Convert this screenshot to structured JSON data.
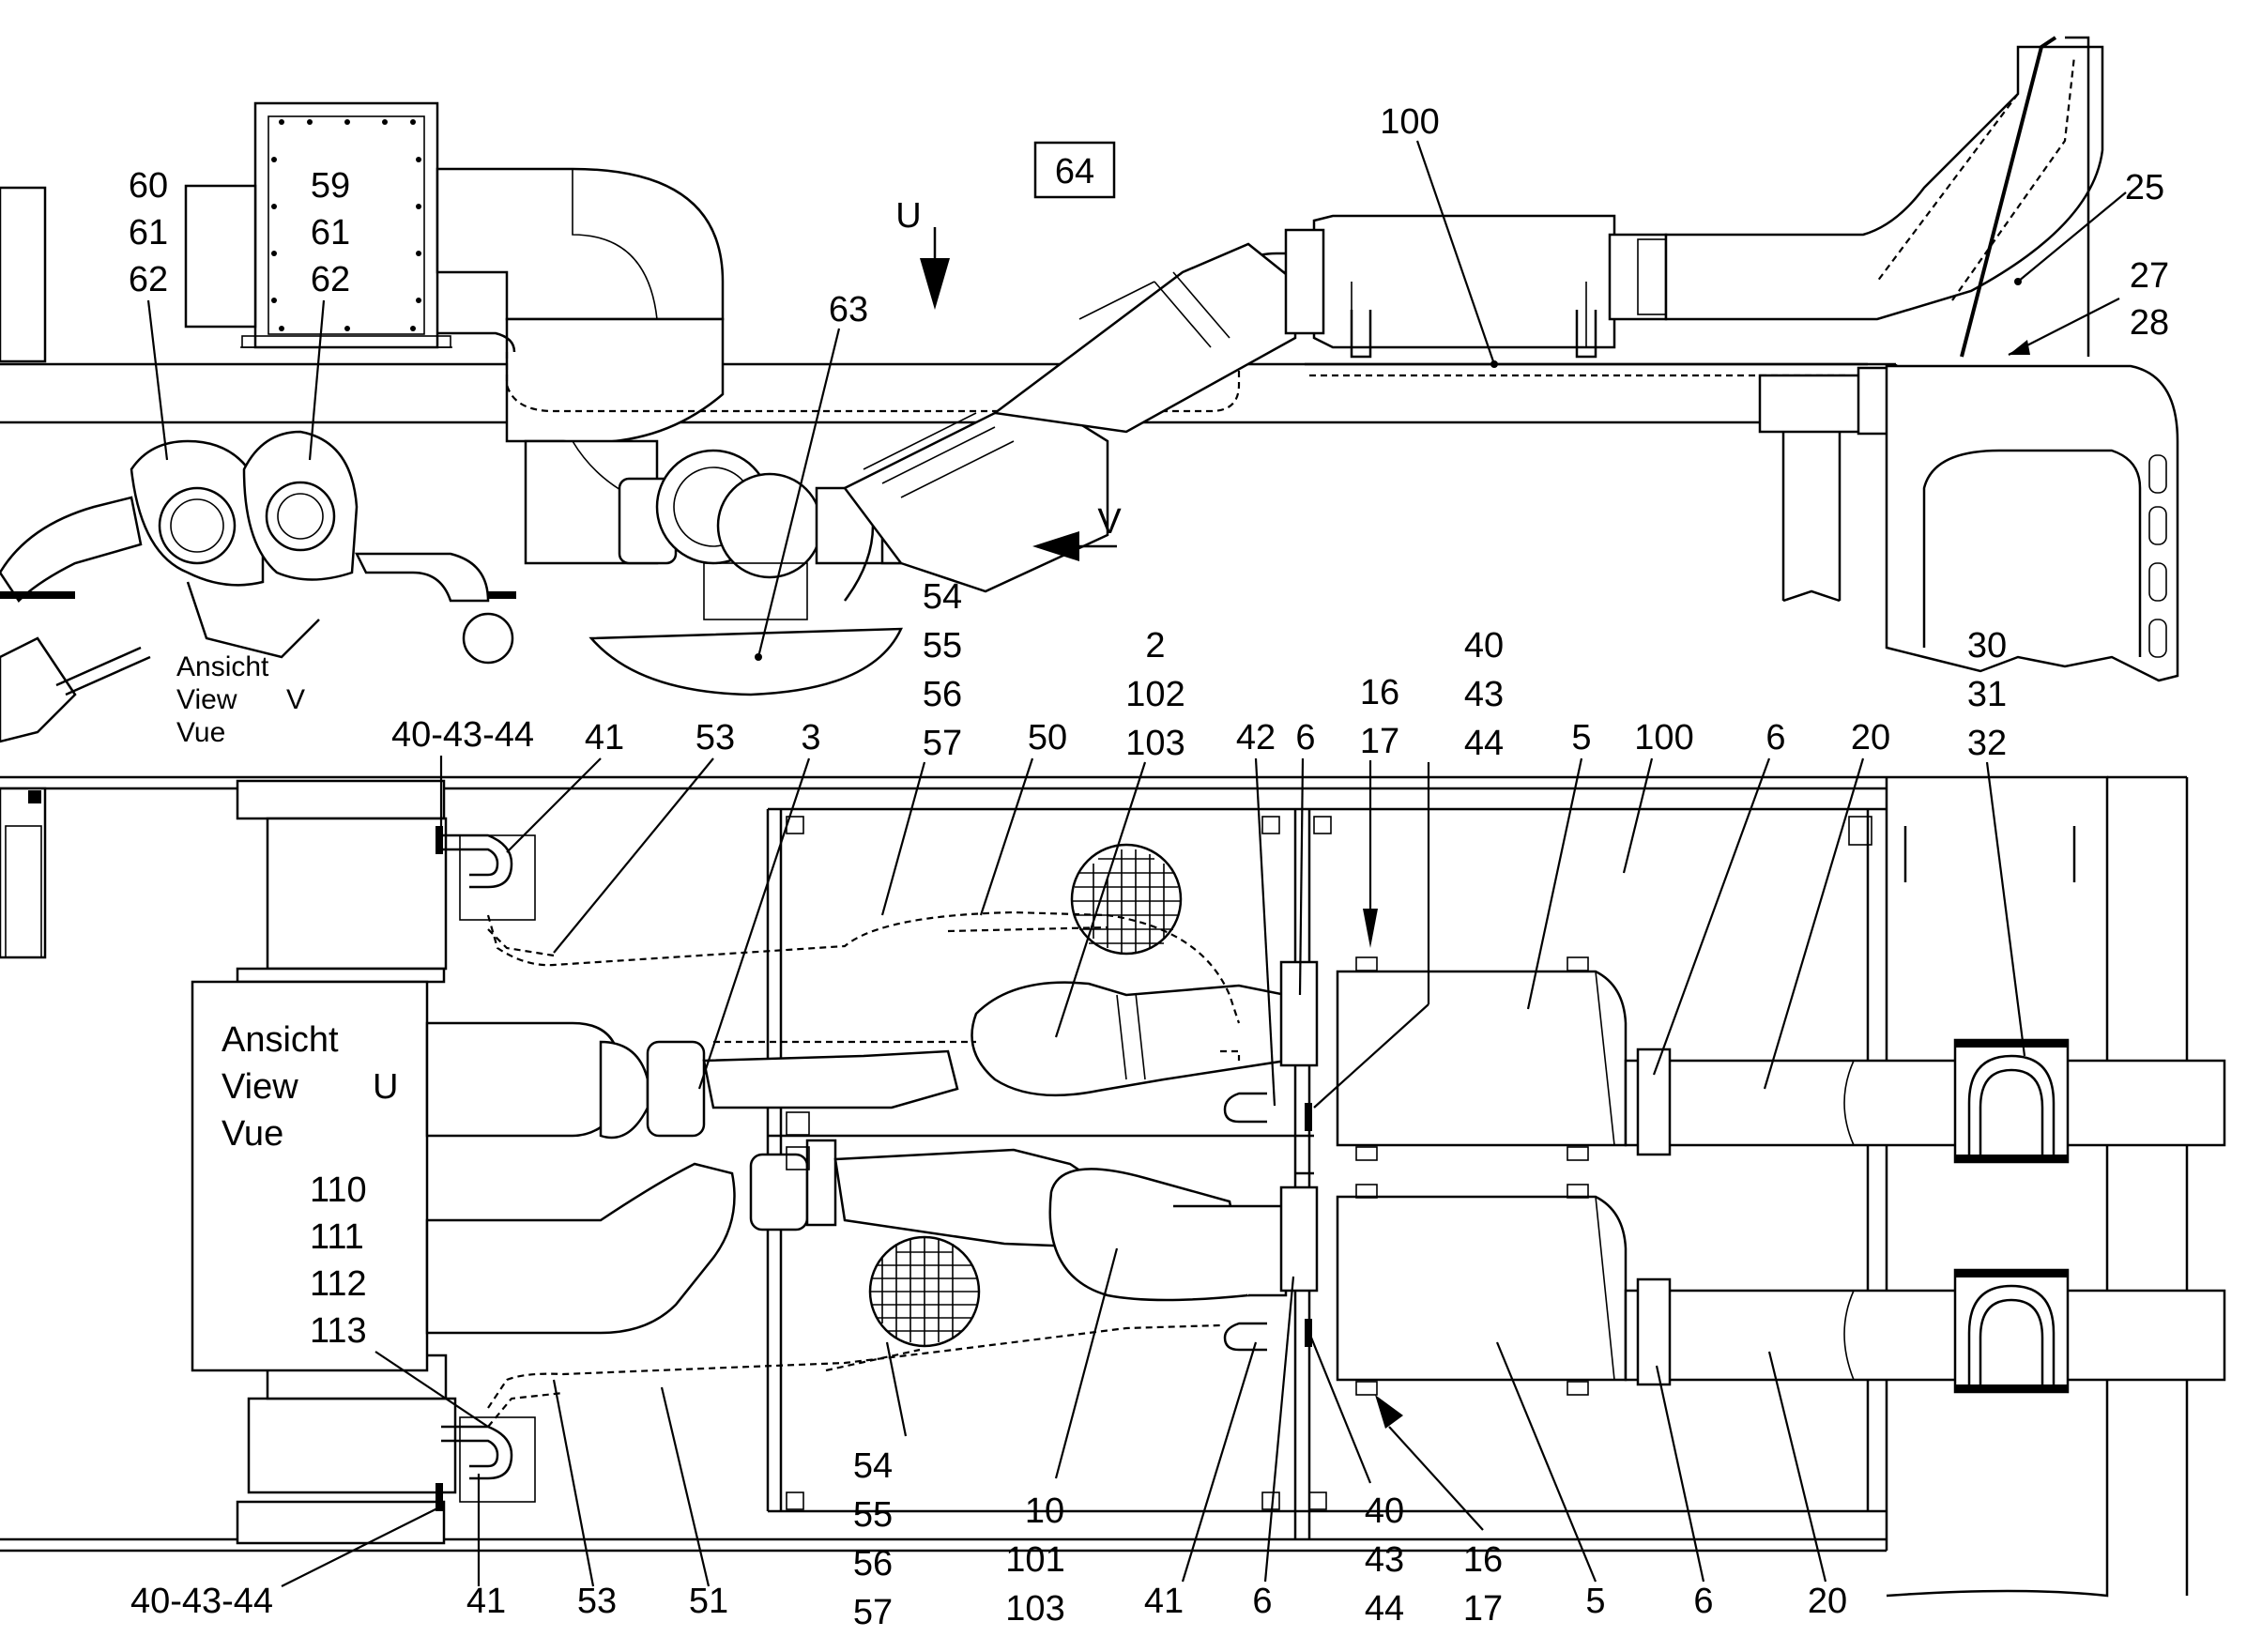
{
  "top_view": {
    "view_box_label": "64",
    "arrow_u": "U",
    "arrow_v": "V",
    "view_caption": [
      "Ansicht",
      "View",
      "V",
      "Vue"
    ],
    "callouts": [
      {
        "id": "c-60-61-62",
        "lines": [
          "60",
          "61",
          "62"
        ]
      },
      {
        "id": "c-59-61-62",
        "lines": [
          "59",
          "61",
          "62"
        ]
      },
      {
        "id": "c-63",
        "lines": [
          "63"
        ]
      },
      {
        "id": "c-100-top",
        "lines": [
          "100"
        ]
      },
      {
        "id": "c-25",
        "lines": [
          "25"
        ]
      },
      {
        "id": "c-27-28",
        "lines": [
          "27",
          "28"
        ]
      }
    ]
  },
  "bottom_view": {
    "view_caption": [
      "Ansicht",
      "View",
      "U",
      "Vue"
    ],
    "view_parts": [
      "110",
      "111",
      "112",
      "113"
    ],
    "top_callouts": [
      {
        "id": "c-40-43-44-top",
        "lines": [
          "40-43-44"
        ]
      },
      {
        "id": "c-41-top",
        "lines": [
          "41"
        ]
      },
      {
        "id": "c-53-top",
        "lines": [
          "53"
        ]
      },
      {
        "id": "c-3",
        "lines": [
          "3"
        ]
      },
      {
        "id": "c-54-57-top",
        "lines": [
          "54",
          "55",
          "56",
          "57"
        ]
      },
      {
        "id": "c-50",
        "lines": [
          "50"
        ]
      },
      {
        "id": "c-2-102-103",
        "lines": [
          "2",
          "102",
          "103"
        ]
      },
      {
        "id": "c-42",
        "lines": [
          "42"
        ]
      },
      {
        "id": "c-6-top-a",
        "lines": [
          "6"
        ]
      },
      {
        "id": "c-16-17-top",
        "lines": [
          "16",
          "17"
        ]
      },
      {
        "id": "c-40-43-44-mid",
        "lines": [
          "40",
          "43",
          "44"
        ]
      },
      {
        "id": "c-5-top",
        "lines": [
          "5"
        ]
      },
      {
        "id": "c-100-bottom",
        "lines": [
          "100"
        ]
      },
      {
        "id": "c-6-top-b",
        "lines": [
          "6"
        ]
      },
      {
        "id": "c-20-top",
        "lines": [
          "20"
        ]
      },
      {
        "id": "c-30-31-32",
        "lines": [
          "30",
          "31",
          "32"
        ]
      }
    ],
    "bottom_callouts": [
      {
        "id": "c-40-43-44-bottom",
        "lines": [
          "40-43-44"
        ]
      },
      {
        "id": "c-41-bottom-a",
        "lines": [
          "41"
        ]
      },
      {
        "id": "c-53-bottom",
        "lines": [
          "53"
        ]
      },
      {
        "id": "c-51",
        "lines": [
          "51"
        ]
      },
      {
        "id": "c-54-57-bottom",
        "lines": [
          "54",
          "55",
          "56",
          "57"
        ]
      },
      {
        "id": "c-10-101-103",
        "lines": [
          "10",
          "101",
          "103"
        ]
      },
      {
        "id": "c-41-bottom-b",
        "lines": [
          "41"
        ]
      },
      {
        "id": "c-6-bottom-a",
        "lines": [
          "6"
        ]
      },
      {
        "id": "c-40-43-44-lower",
        "lines": [
          "40",
          "43",
          "44"
        ]
      },
      {
        "id": "c-16-17-bottom",
        "lines": [
          "16",
          "17"
        ]
      },
      {
        "id": "c-5-bottom",
        "lines": [
          "5"
        ]
      },
      {
        "id": "c-6-bottom-b",
        "lines": [
          "6"
        ]
      },
      {
        "id": "c-20-bottom",
        "lines": [
          "20"
        ]
      }
    ]
  }
}
